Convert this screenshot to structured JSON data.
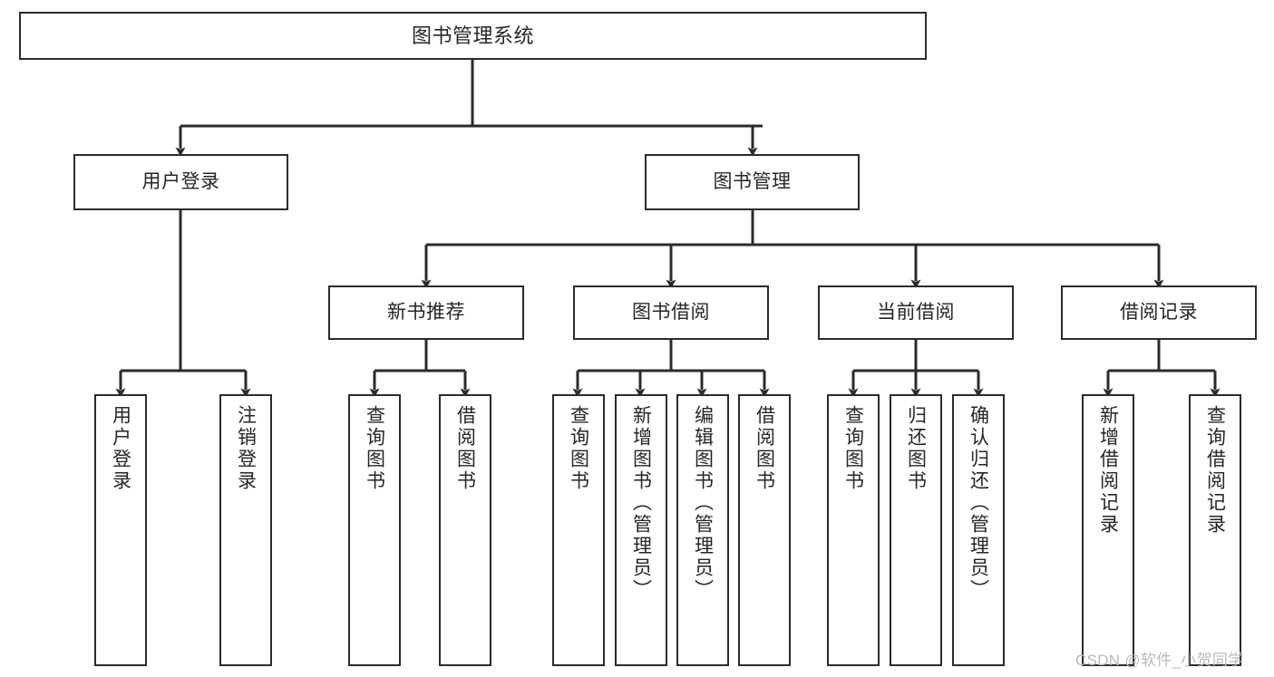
{
  "diagram": {
    "type": "hierarchy-tree",
    "title": "图书管理系统",
    "watermark": "CSDN @软件_小贺同学",
    "colors": {
      "box_border": "#2b2b2b",
      "box_fill": "#ffffff",
      "connector": "#2b2b2b",
      "text": "#262626",
      "watermark": "#b9b9b9"
    },
    "nodes": {
      "root": {
        "label": "图书管理系统"
      },
      "level2": [
        {
          "id": "user-login",
          "label": "用户登录"
        },
        {
          "id": "book-management",
          "label": "图书管理"
        }
      ],
      "level3": [
        {
          "id": "new-book-recommend",
          "label": "新书推荐"
        },
        {
          "id": "book-borrow",
          "label": "图书借阅"
        },
        {
          "id": "current-borrow",
          "label": "当前借阅"
        },
        {
          "id": "borrow-record",
          "label": "借阅记录"
        }
      ],
      "leaves": {
        "user_login": [
          {
            "id": "leaf-user-login",
            "label": "用户登录"
          },
          {
            "id": "leaf-logout-login",
            "label": "注销登录"
          }
        ],
        "new_book_recommend": [
          {
            "id": "leaf-query-book-1",
            "label": "查询图书"
          },
          {
            "id": "leaf-borrow-book-1",
            "label": "借阅图书"
          }
        ],
        "book_borrow": [
          {
            "id": "leaf-query-book-2",
            "label": "查询图书"
          },
          {
            "id": "leaf-add-book",
            "label": "新增图书（管理员）"
          },
          {
            "id": "leaf-edit-book",
            "label": "编辑图书（管理员）"
          },
          {
            "id": "leaf-borrow-book-2",
            "label": "借阅图书"
          }
        ],
        "current_borrow": [
          {
            "id": "leaf-query-book-3",
            "label": "查询图书"
          },
          {
            "id": "leaf-return-book",
            "label": "归还图书"
          },
          {
            "id": "leaf-confirm-return",
            "label": "确认归还（管理员）"
          }
        ],
        "borrow_record": [
          {
            "id": "leaf-add-record",
            "label": "新增借阅记录"
          },
          {
            "id": "leaf-query-record",
            "label": "查询借阅记录"
          }
        ]
      }
    }
  }
}
